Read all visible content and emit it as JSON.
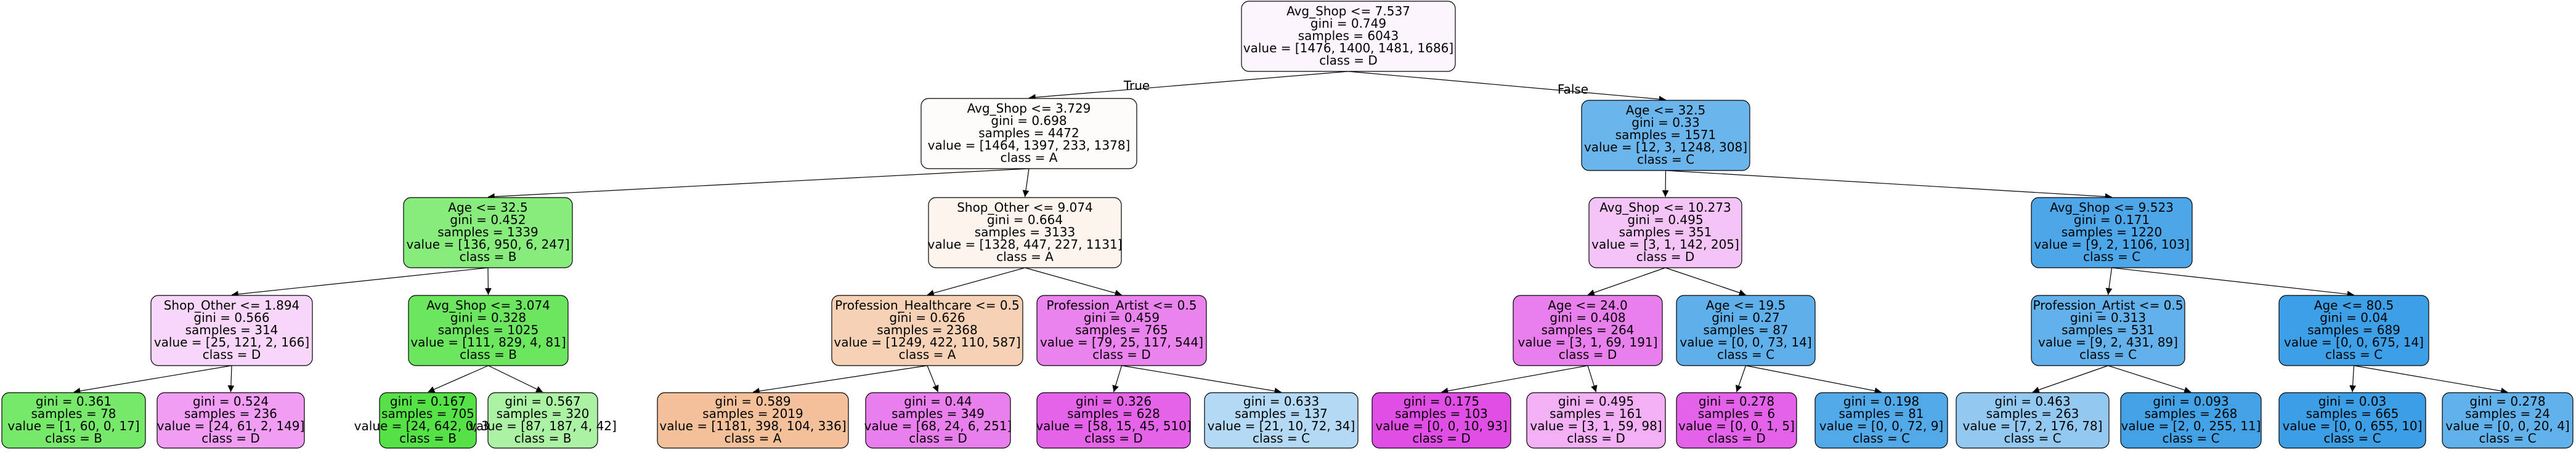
{
  "tree": {
    "edge_labels": {
      "true_label": "True",
      "false_label": "False"
    },
    "nodes": [
      {
        "id": "root",
        "lines": [
          "Avg_Shop <= 7.537",
          "gini = 0.749",
          "samples = 6043",
          "value = [1476, 1400, 1481, 1686]",
          "class = D"
        ],
        "fill": "#fdf5fe"
      },
      {
        "id": "n1",
        "lines": [
          "Avg_Shop <= 3.729",
          "gini = 0.698",
          "samples = 4472",
          "value = [1464, 1397, 233, 1378]",
          "class = A"
        ],
        "fill": "#fefcfb"
      },
      {
        "id": "n2",
        "lines": [
          "Age <= 32.5",
          "gini = 0.33",
          "samples = 1571",
          "value = [12, 3, 1248, 308]",
          "class = C"
        ],
        "fill": "#6ab6ec"
      },
      {
        "id": "n3",
        "lines": [
          "Age <= 32.5",
          "gini = 0.452",
          "samples = 1339",
          "value = [136, 950, 6, 247]",
          "class = B"
        ],
        "fill": "#87ec7c"
      },
      {
        "id": "n4",
        "lines": [
          "Shop_Other <= 9.074",
          "gini = 0.664",
          "samples = 3133",
          "value = [1328, 447, 227, 1131]",
          "class = A"
        ],
        "fill": "#fdf4ee"
      },
      {
        "id": "n5",
        "lines": [
          "Avg_Shop <= 10.273",
          "gini = 0.495",
          "samples = 351",
          "value = [3, 1, 142, 205]",
          "class = D"
        ],
        "fill": "#f4c4f6"
      },
      {
        "id": "n6",
        "lines": [
          "Avg_Shop <= 9.523",
          "gini = 0.171",
          "samples = 1220",
          "value = [9, 2, 1106, 103]",
          "class = C"
        ],
        "fill": "#4ca6e7"
      },
      {
        "id": "n7",
        "lines": [
          "Shop_Other <= 1.894",
          "gini = 0.566",
          "samples = 314",
          "value = [25, 121, 2, 166]",
          "class = D"
        ],
        "fill": "#f8d6f9"
      },
      {
        "id": "n8",
        "lines": [
          "Avg_Shop <= 3.074",
          "gini = 0.328",
          "samples = 1025",
          "value = [111, 829, 4, 81]",
          "class = B"
        ],
        "fill": "#6be65e"
      },
      {
        "id": "n9",
        "lines": [
          "Profession_Healthcare <= 0.5",
          "gini = 0.626",
          "samples = 2368",
          "value = [1249, 422, 110, 587]",
          "class = A"
        ],
        "fill": "#f6d1b5"
      },
      {
        "id": "n10",
        "lines": [
          "Profession_Artist <= 0.5",
          "gini = 0.459",
          "samples = 765",
          "value = [79, 25, 117, 544]",
          "class = D"
        ],
        "fill": "#ea83ee"
      },
      {
        "id": "n11",
        "lines": [
          "Age <= 24.0",
          "gini = 0.408",
          "samples = 264",
          "value = [3, 1, 69, 191]",
          "class = D"
        ],
        "fill": "#e97fed"
      },
      {
        "id": "n12",
        "lines": [
          "Age <= 19.5",
          "gini = 0.27",
          "samples = 87",
          "value = [0, 0, 73, 14]",
          "class = C"
        ],
        "fill": "#5fafea"
      },
      {
        "id": "n13",
        "lines": [
          "Profession_Artist <= 0.5",
          "gini = 0.313",
          "samples = 531",
          "value = [9, 2, 431, 89]",
          "class = C"
        ],
        "fill": "#62b1ea"
      },
      {
        "id": "n14",
        "lines": [
          "Age <= 80.5",
          "gini = 0.04",
          "samples = 689",
          "value = [0, 0, 675, 14]",
          "class = C"
        ],
        "fill": "#3d9fe6"
      },
      {
        "id": "l1",
        "lines": [
          "gini = 0.361",
          "samples = 78",
          "value = [1, 60, 0, 17]",
          "class = B"
        ],
        "fill": "#76e86a"
      },
      {
        "id": "l2",
        "lines": [
          "gini = 0.524",
          "samples = 236",
          "value = [24, 61, 2, 149]",
          "class = D"
        ],
        "fill": "#f09df3"
      },
      {
        "id": "l3",
        "lines": [
          "gini = 0.167",
          "samples = 705",
          "value = [24, 642, 0, 39]",
          "class = B"
        ],
        "fill": "#55e247"
      },
      {
        "id": "l4",
        "lines": [
          "gini = 0.567",
          "samples = 320",
          "value = [87, 187, 4, 42]",
          "class = B"
        ],
        "fill": "#acf2a4"
      },
      {
        "id": "l5",
        "lines": [
          "gini = 0.589",
          "samples = 2019",
          "value = [1181, 398, 104, 336]",
          "class = A"
        ],
        "fill": "#f3c09a"
      },
      {
        "id": "l6",
        "lines": [
          "gini = 0.44",
          "samples = 349",
          "value = [68, 24, 6, 251]",
          "class = D"
        ],
        "fill": "#e97fed"
      },
      {
        "id": "l7",
        "lines": [
          "gini = 0.326",
          "samples = 628",
          "value = [58, 15, 45, 510]",
          "class = D"
        ],
        "fill": "#e463e8"
      },
      {
        "id": "l8",
        "lines": [
          "gini = 0.633",
          "samples = 137",
          "value = [21, 10, 72, 34]",
          "class = C"
        ],
        "fill": "#b3d9f5"
      },
      {
        "id": "l9",
        "lines": [
          "gini = 0.175",
          "samples = 103",
          "value = [0, 0, 10, 93]",
          "class = D"
        ],
        "fill": "#e04ee5"
      },
      {
        "id": "l10",
        "lines": [
          "gini = 0.495",
          "samples = 161",
          "value = [3, 1, 59, 98]",
          "class = D"
        ],
        "fill": "#f3b0f5"
      },
      {
        "id": "l11",
        "lines": [
          "gini = 0.278",
          "samples = 6",
          "value = [0, 0, 1, 5]",
          "class = D"
        ],
        "fill": "#e462e9"
      },
      {
        "id": "l12",
        "lines": [
          "gini = 0.198",
          "samples = 81",
          "value = [0, 0, 72, 9]",
          "class = C"
        ],
        "fill": "#52a9e8"
      },
      {
        "id": "l13",
        "lines": [
          "gini = 0.463",
          "samples = 263",
          "value = [7, 2, 176, 78]",
          "class = C"
        ],
        "fill": "#93c9f1"
      },
      {
        "id": "l14",
        "lines": [
          "gini = 0.093",
          "samples = 268",
          "value = [2, 0, 255, 11]",
          "class = C"
        ],
        "fill": "#43a2e6"
      },
      {
        "id": "l15",
        "lines": [
          "gini = 0.03",
          "samples = 665",
          "value = [0, 0, 655, 10]",
          "class = C"
        ],
        "fill": "#3c9ee5"
      },
      {
        "id": "l16",
        "lines": [
          "gini = 0.278",
          "samples = 24",
          "value = [0, 0, 20, 4]",
          "class = C"
        ],
        "fill": "#61b1ea"
      }
    ]
  }
}
